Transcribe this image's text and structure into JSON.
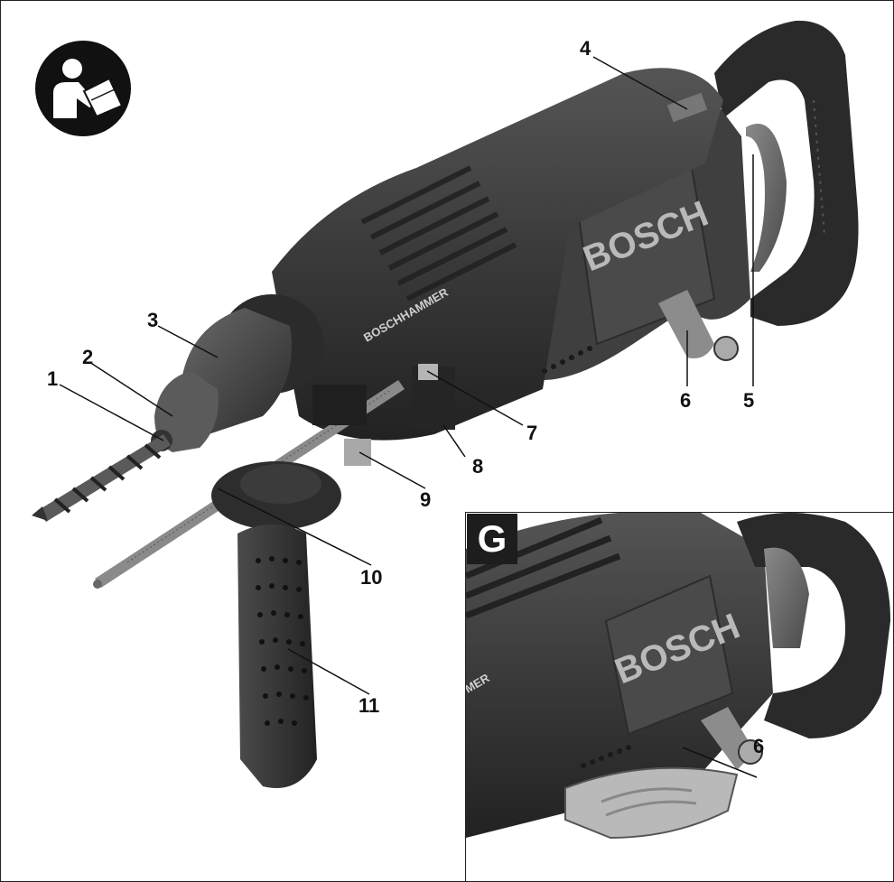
{
  "callouts": {
    "c1": "1",
    "c2": "2",
    "c3": "3",
    "c4": "4",
    "c5": "5",
    "c6": "6",
    "c7": "7",
    "c8": "8",
    "c9": "9",
    "c10": "10",
    "c11": "11",
    "inset_6": "6"
  },
  "brand_logo": "BOSCH",
  "model_name": "BOSCHHAMMER",
  "inset": {
    "label": "G",
    "brand_logo": "BOSCH",
    "model_fragment": "MER"
  },
  "icons": {
    "manual": "read-manual-icon"
  },
  "colors": {
    "tool_body": "#3a3a3a",
    "tool_dark": "#1c1c1c",
    "tool_light": "#8f8f8f",
    "logo_badge": "#565656",
    "text": "#111111"
  }
}
